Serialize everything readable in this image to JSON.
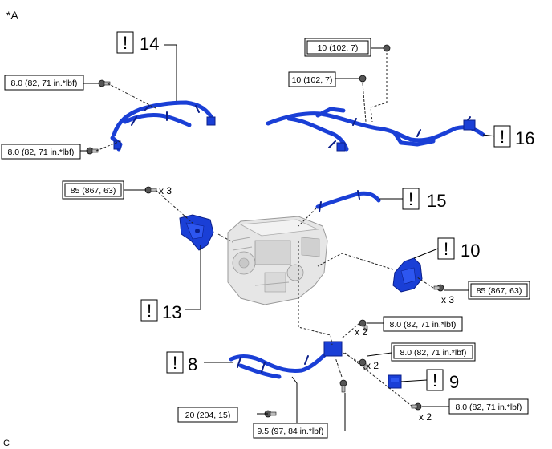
{
  "figure_id": "*A",
  "corner_letter": "C",
  "callouts": [
    {
      "id": "14",
      "number": "14",
      "mark": "!"
    },
    {
      "id": "16",
      "number": "16",
      "mark": "!"
    },
    {
      "id": "15",
      "number": "15",
      "mark": "!"
    },
    {
      "id": "10",
      "number": "10",
      "mark": "!"
    },
    {
      "id": "13",
      "number": "13",
      "mark": "!"
    },
    {
      "id": "8",
      "number": "8",
      "mark": "!"
    },
    {
      "id": "9",
      "number": "9",
      "mark": "!"
    }
  ],
  "torque_labels": [
    {
      "text": "8.0 (82, 71 in.*lbf)",
      "double_border": false
    },
    {
      "text": "8.0 (82, 71 in.*lbf)",
      "double_border": false
    },
    {
      "text": "10 (102, 7)",
      "double_border": true
    },
    {
      "text": "10 (102, 7)",
      "double_border": false
    },
    {
      "text": "85 (867, 63)",
      "double_border": true
    },
    {
      "text": "85 (867, 63)",
      "double_border": true
    },
    {
      "text": "8.0 (82, 71 in.*lbf)",
      "double_border": false
    },
    {
      "text": "8.0 (82, 71 in.*lbf)",
      "double_border": true
    },
    {
      "text": "8.0 (82, 71 in.*lbf)",
      "double_border": false
    },
    {
      "text": "20 (204, 15)",
      "double_border": false
    },
    {
      "text": "9.5 (97, 84 in.*lbf)",
      "double_border": false
    }
  ],
  "quantities": [
    "x 3",
    "x 3",
    "x 2",
    "x 2",
    "x 2"
  ],
  "colors": {
    "part": "#1a3fd6",
    "part_dark": "#0b1f8a",
    "engine": "#d8d8d8",
    "line": "#000000"
  }
}
